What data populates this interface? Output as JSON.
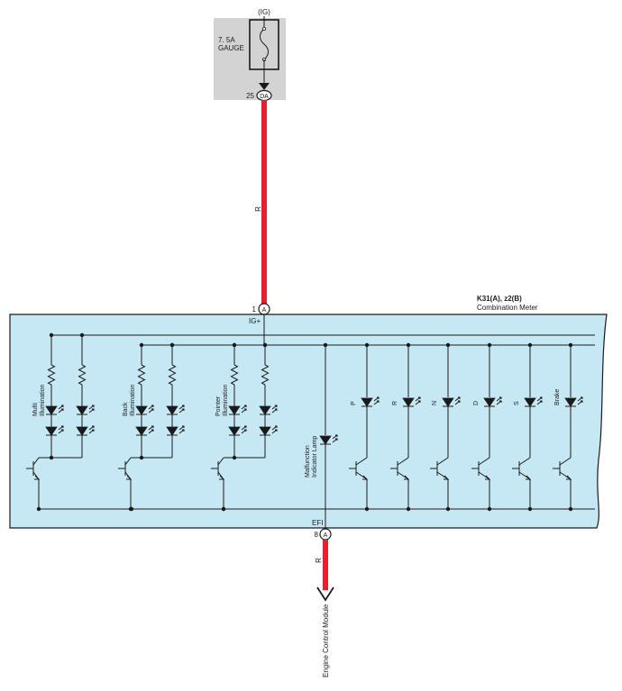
{
  "fuse": {
    "supply": "(IG)",
    "rating": "7. 5A",
    "name": "GAUGE",
    "pin": "25",
    "connector": "DA"
  },
  "wires": {
    "supply_color": "R",
    "output_color": "R",
    "color_hex": "#e8202a"
  },
  "meter": {
    "code": "K31(A), z2(B)",
    "name": "Combination Meter",
    "fill_hex": "#c6e8f4",
    "input_pin": "1",
    "input_connector": "A",
    "input_terminal": "IG+",
    "output_terminal": "EFI",
    "output_pin": "8",
    "output_connector": "A",
    "groups": [
      {
        "label_line1": "Multi",
        "label_line2": "Illumination"
      },
      {
        "label_line1": "Back",
        "label_line2": "Illumination"
      },
      {
        "label_line1": "Pointer",
        "label_line2": "Illumination"
      }
    ],
    "malfunction": {
      "label_line1": "Malfunction",
      "label_line2": "Indicator Lamp"
    },
    "indicators": [
      "P",
      "R",
      "N",
      "D",
      "S",
      "Brake"
    ]
  },
  "destination": "Engine Control Module"
}
